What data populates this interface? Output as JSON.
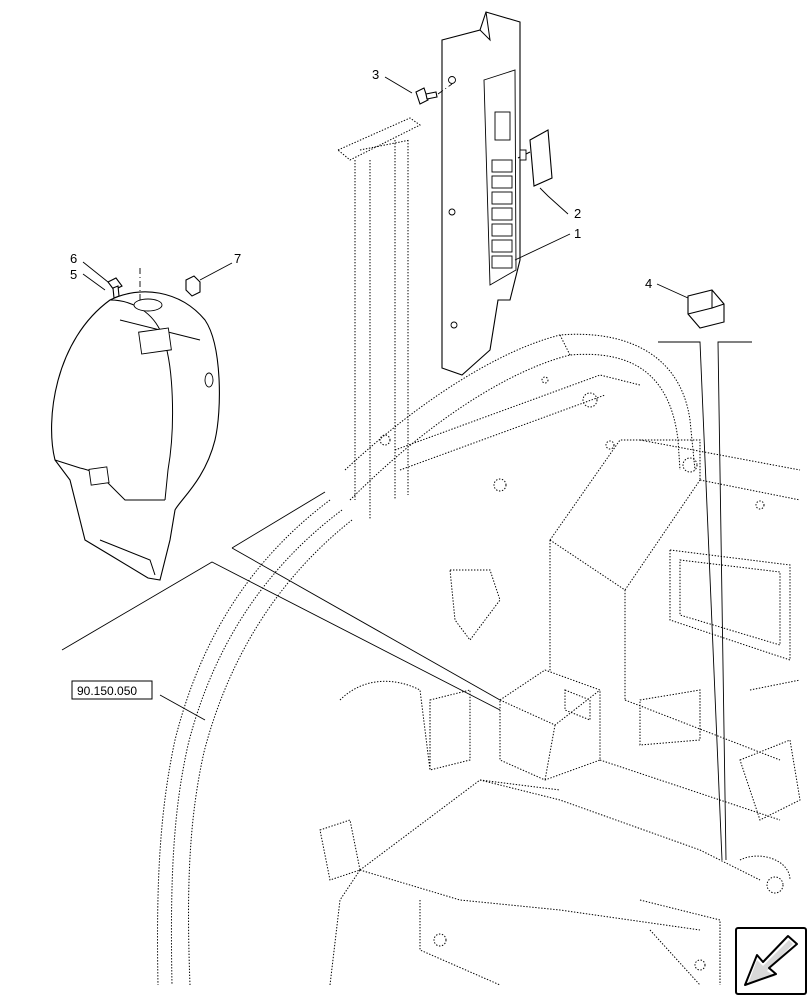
{
  "diagram": {
    "callouts": [
      {
        "id": "callout-1",
        "label": "1"
      },
      {
        "id": "callout-2",
        "label": "2"
      },
      {
        "id": "callout-3",
        "label": "3"
      },
      {
        "id": "callout-4",
        "label": "4"
      },
      {
        "id": "callout-5",
        "label": "5"
      },
      {
        "id": "callout-6",
        "label": "6"
      },
      {
        "id": "callout-7",
        "label": "7"
      }
    ],
    "reference_label": "90.150.050",
    "nav_icon": "arrow-down-left-icon"
  }
}
